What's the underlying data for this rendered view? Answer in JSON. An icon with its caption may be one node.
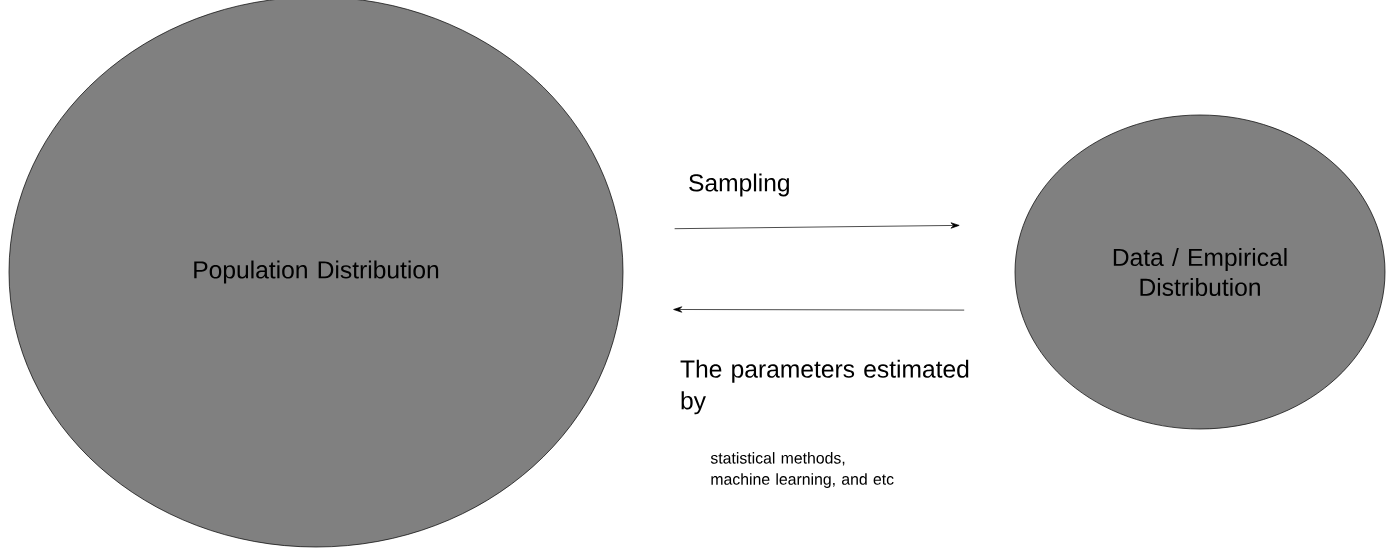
{
  "diagram": {
    "nodes": [
      {
        "text": [
          "Population Distribution"
        ]
      },
      {
        "text": [
          "Data / Empirical Distribution"
        ]
      }
    ],
    "edges": [
      {
        "from": 0,
        "to": 1,
        "arrow": "to",
        "label": "Sampling"
      },
      {
        "from": 1,
        "to": 0,
        "arrow": "to",
        "label": "The parameters estimated by"
      }
    ],
    "labels": [
      "statistical methods, machine learning, and etc"
    ]
  }
}
